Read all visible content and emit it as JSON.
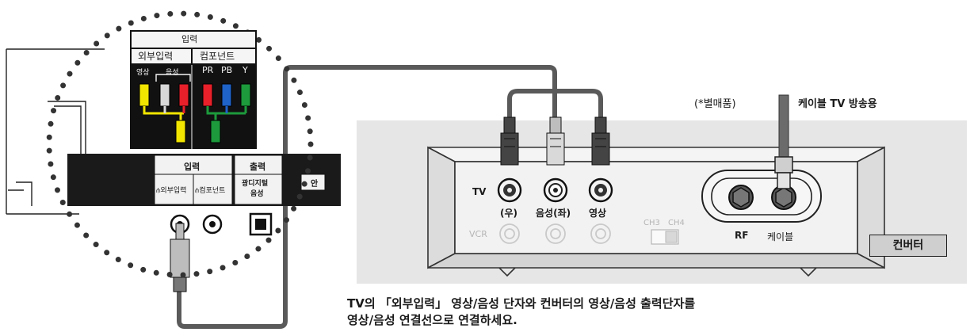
{
  "tv_panel": {
    "zoom": {
      "title": "입력",
      "col_left": "외부입력",
      "col_right": "컴포넌트",
      "jack_video": "영상",
      "jack_audio": "음성",
      "jack_pr": "PR",
      "jack_pb": "PB",
      "jack_y": "Y"
    },
    "panel": {
      "input_header": "입력",
      "output_header": "출력",
      "ext_input": "⫛외부입력",
      "component": "⫛컴포넌트",
      "digital_audio_line1": "광디지털",
      "digital_audio_line2": "음성",
      "cut_label": "안"
    }
  },
  "converter": {
    "tv_label": "TV",
    "vcr_label": "VCR",
    "jack_right": "(우)",
    "jack_left": "음성(좌)",
    "jack_video": "영상",
    "ch3": "CH3",
    "ch4": "CH4",
    "rf": "RF",
    "cable": "케이블",
    "name": "컨버터"
  },
  "cable_note": {
    "sold_separately": "(*별매품)",
    "cable_tv": "케이블 TV 방송용"
  },
  "caption": {
    "line1": "TV의 「외부입력」 영상/음성 단자와 컨버터의 영상/음성 출력단자를",
    "line2": "영상/음성 연결선으로 연결하세요."
  },
  "colors": {
    "video_yellow": "#f2e600",
    "audio_white": "#d8d8d8",
    "red": "#e8202a",
    "blue": "#1f62c8",
    "green": "#1d9a3c",
    "panel_dark": "#1a1a1a",
    "converter_body": "#e6e6e6"
  }
}
